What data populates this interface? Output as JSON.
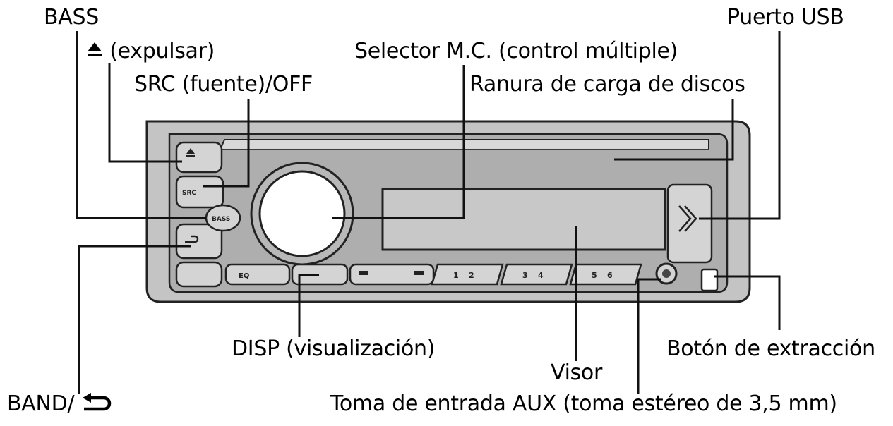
{
  "labels": {
    "bass": "BASS",
    "eject": "(expulsar)",
    "src": "SRC (fuente)/OFF",
    "selector": "Selector M.C. (control múltiple)",
    "slot": "Ranura de carga de discos",
    "usb": "Puerto USB",
    "band": "BAND/",
    "disp": "DISP (visualización)",
    "visor": "Visor",
    "release": "Botón de extracción",
    "aux": "Toma de entrada AUX (toma estéreo de 3,5 mm)"
  },
  "unit_text": {
    "src_btn": "SRC",
    "bass_btn": "BASS",
    "eq_btn": "EQ",
    "presets": [
      "1",
      "2",
      "3",
      "4",
      "5",
      "6"
    ]
  },
  "icons": {
    "eject": "eject-icon",
    "back": "back-arrow-icon"
  }
}
